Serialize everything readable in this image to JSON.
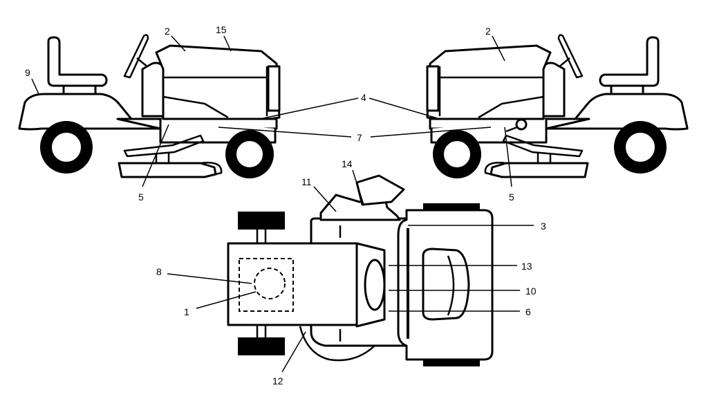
{
  "callouts": {
    "c1": "1",
    "c2a": "2",
    "c2b": "2",
    "c3": "3",
    "c4": "4",
    "c5a": "5",
    "c5b": "5",
    "c6": "6",
    "c7": "7",
    "c8": "8",
    "c9": "9",
    "c10": "10",
    "c11": "11",
    "c12": "12",
    "c13": "13",
    "c14": "14",
    "c15": "15"
  }
}
